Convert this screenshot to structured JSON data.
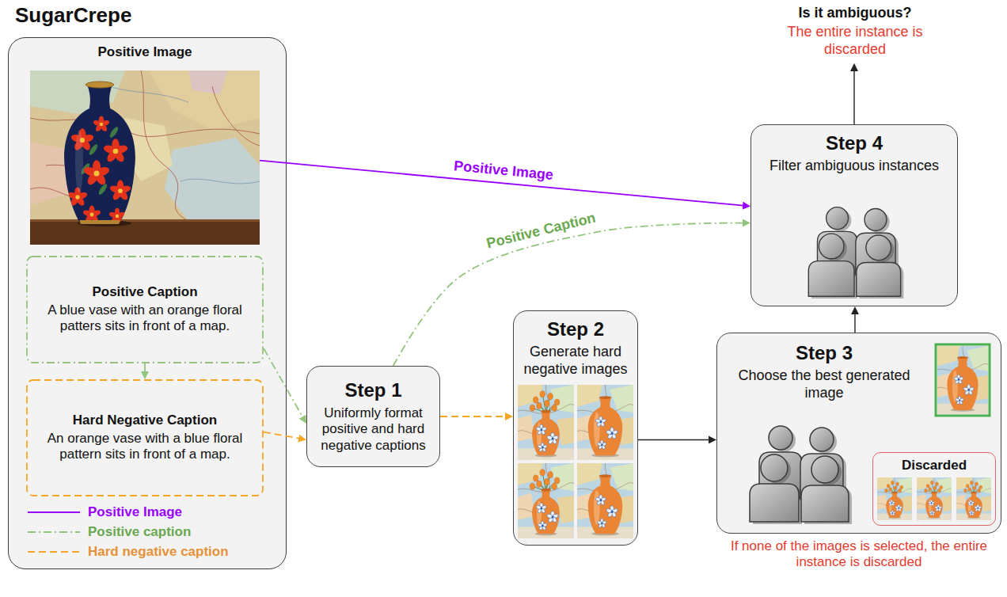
{
  "diagram": {
    "nodes": [
      {
        "text": [
          "SugarCrepe"
        ]
      },
      {
        "text": [
          "Positive Image"
        ],
        "in": 0
      },
      {
        "text": [
          "Positive Caption",
          "A blue vase with an orange floral patters sits in front of a map."
        ],
        "in": 0
      },
      {
        "text": [
          "Hard Negative Caption",
          "An orange vase with a blue floral pattern sits in front of a map."
        ],
        "in": 0
      },
      {
        "text": [
          "Step 1",
          "Uniformly format positive and hard negative captions"
        ]
      },
      {
        "text": [
          "Step 2",
          "Generate hard negative images"
        ]
      },
      {
        "text": [
          "Step 3",
          "Choose the best generated image"
        ]
      },
      {
        "text": [
          "Discarded"
        ],
        "in": 6
      },
      {
        "text": [
          "Step 4",
          "Filter ambiguous instances"
        ]
      }
    ],
    "edges": [
      {
        "from": 1,
        "to": 8,
        "arrow": "to",
        "label": "Positive Image"
      },
      {
        "from": 2,
        "to": 3,
        "arrow": "to"
      },
      {
        "from": 2,
        "to": 4,
        "arrow": "to"
      },
      {
        "from": 3,
        "to": 4,
        "arrow": "to"
      },
      {
        "from": 4,
        "to": 8,
        "arrow": "to",
        "label": "Positive Caption"
      },
      {
        "from": 4,
        "to": 5,
        "arrow": "to"
      },
      {
        "from": 5,
        "to": 6,
        "arrow": "to"
      },
      {
        "from": 6,
        "to": 8,
        "arrow": "to"
      }
    ],
    "labels": [
      "Is it ambiguous?",
      "The entire instance is discarded",
      "If none of the images is selected, the entire instance is discarded"
    ],
    "legend": [
      {
        "text": "Positive Image"
      },
      {
        "text": "Positive caption"
      },
      {
        "text": "Hard negative caption"
      }
    ]
  }
}
